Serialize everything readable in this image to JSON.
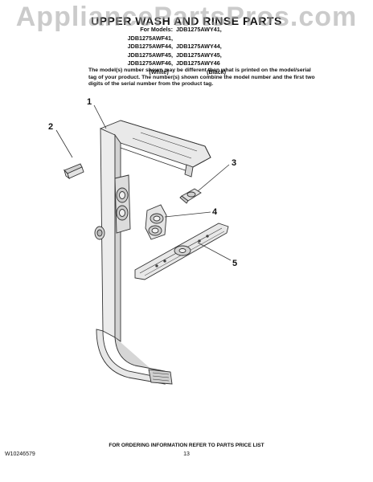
{
  "watermark": "AppliancePartsPros.com",
  "title": "UPPER WASH AND RINSE PARTS",
  "models": {
    "prefix": "For Models:",
    "rows": [
      [
        "JDB1275AWF41,",
        "JDB1275AWY41,"
      ],
      [
        "JDB1275AWF44,",
        "JDB1275AWY44,"
      ],
      [
        "JDB1275AWF45,",
        "JDB1275AWY45,"
      ],
      [
        "JDB1275AWF46,",
        "JDB1275AWY46"
      ]
    ],
    "color_left": "(White)",
    "color_right": "(Black)"
  },
  "note": "The model(s) number shown may be different than what is printed on the model/serial tag of your product. The number(s) shown combine the model number and the first two digits of the serial number from the product tag.",
  "callouts": [
    "1",
    "2",
    "3",
    "4",
    "5"
  ],
  "footer": {
    "order_info": "FOR ORDERING INFORMATION REFER TO PARTS PRICE LIST",
    "doc_number": "W10246579",
    "page_number": "13"
  },
  "colors": {
    "line": "#333333",
    "part_fill": "#e6e6e6",
    "part_shade": "#cfcfcf"
  }
}
